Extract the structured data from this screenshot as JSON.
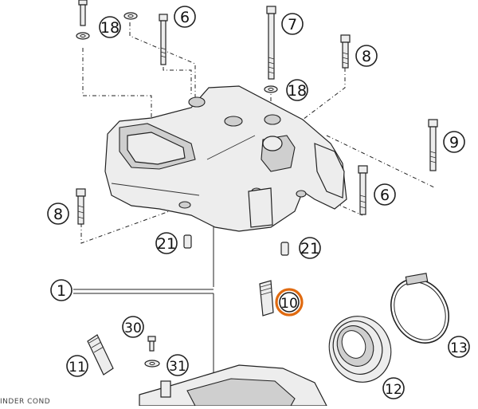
{
  "callouts": {
    "c1": "1",
    "c6a": "6",
    "c6b": "6",
    "c7": "7",
    "c8a": "8",
    "c8b": "8",
    "c9": "9",
    "c10": "10",
    "c11": "11",
    "c12": "12",
    "c13": "13",
    "c18a": "18",
    "c18b": "18",
    "c21a": "21",
    "c21b": "21",
    "c30": "30",
    "c31": "31"
  },
  "highlight_color": "#e06a10",
  "footer_text": "INDER COND"
}
